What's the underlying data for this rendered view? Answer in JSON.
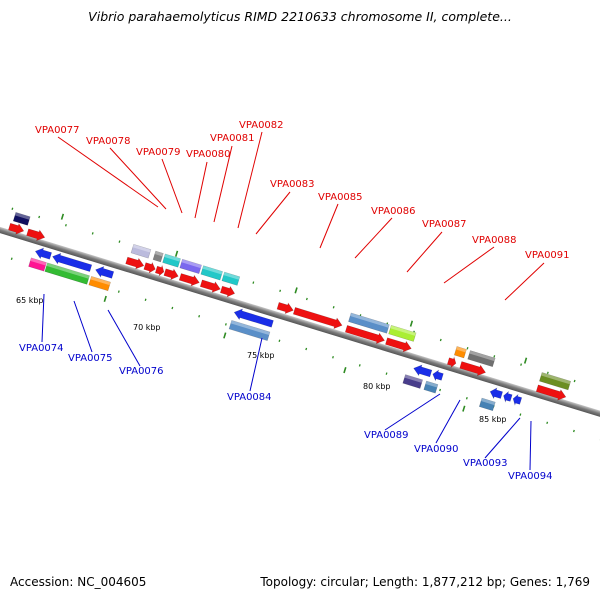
{
  "title": "Vibrio parahaemolyticus RIMD 2210633 chromosome II, complete...",
  "footer": {
    "accession": "Accession: NC_004605",
    "info": "Topology: circular; Length: 1,877,212 bp; Genes: 1,769"
  },
  "colors": {
    "upper_label": "#e00000",
    "lower_label": "#0000cc",
    "backbone": "#8a8a8a",
    "tick": "#2e8b22"
  },
  "kbp_labels": [
    "65 kbp",
    "70 kbp",
    "75 kbp",
    "80 kbp",
    "85 kbp"
  ],
  "upper_genes": [
    "VPA0077",
    "VPA0078",
    "VPA0079",
    "VPA0080",
    "VPA0081",
    "VPA0082",
    "VPA0083",
    "VPA0085",
    "VPA0086",
    "VPA0087",
    "VPA0088",
    "VPA0091"
  ],
  "lower_genes": [
    "VPA0074",
    "VPA0075",
    "VPA0076",
    "VPA0084",
    "VPA0089",
    "VPA0090",
    "VPA0093",
    "VPA0094"
  ]
}
